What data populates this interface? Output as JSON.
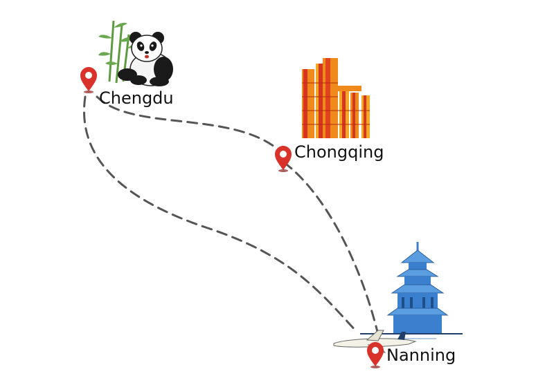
{
  "cities": {
    "chengdu": "Chengdu",
    "chongqing": "Chongqing",
    "nanning": "Nanning"
  },
  "icons": {
    "chengdu": "panda-with-bamboo-icon",
    "chongqing": "skyscraper-buildings-icon",
    "nanning": "pagoda-tower-icon",
    "marker": "map-pin-icon",
    "airplane": "airplane-icon"
  },
  "colors": {
    "marker": "#d9322a",
    "route": "#555555",
    "buildings_orange": "#f08a1c",
    "buildings_red": "#d4361f",
    "pagoda_blue": "#3b7fcf",
    "bamboo": "#6aa84f"
  },
  "routes": [
    {
      "from": "Chengdu",
      "to": "Chongqing",
      "style": "dashed"
    },
    {
      "from": "Chongqing",
      "to": "Nanning",
      "style": "dashed"
    },
    {
      "from": "Chengdu",
      "to": "Nanning",
      "style": "dashed"
    }
  ]
}
